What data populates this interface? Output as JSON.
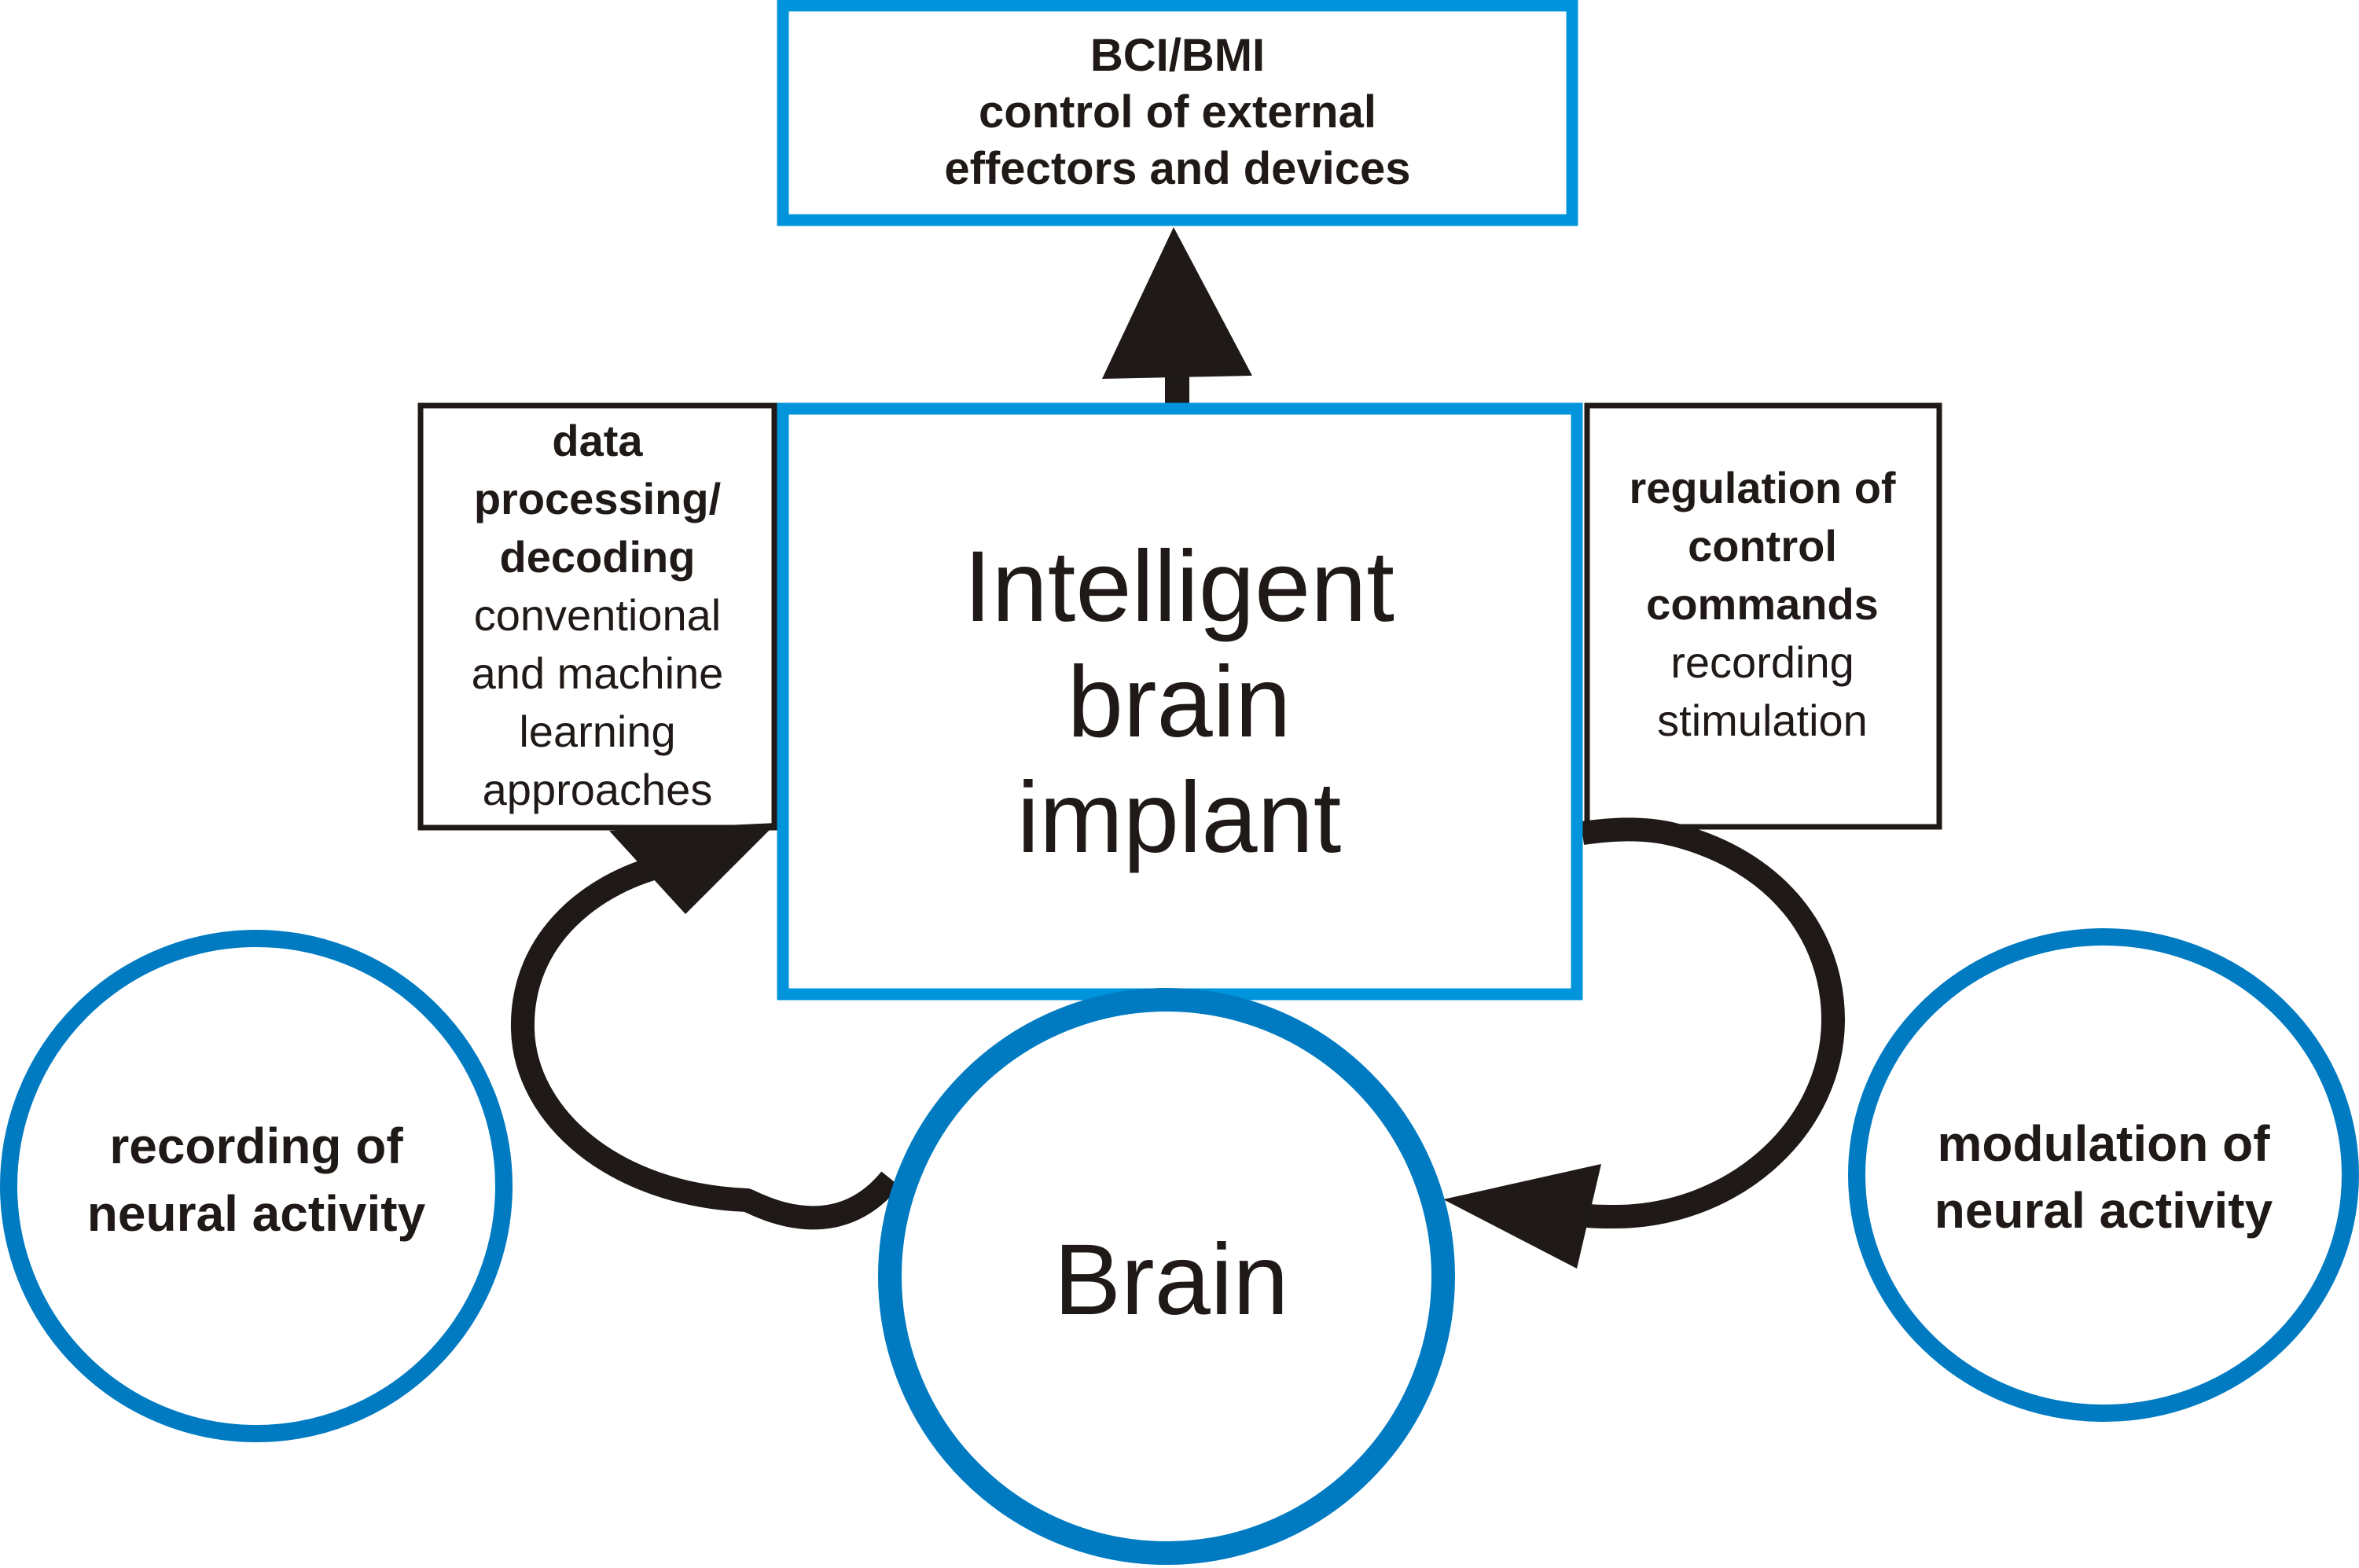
{
  "colors": {
    "box_blue": "#0094dc",
    "circle_blue": "#007bc2",
    "ink": "#1f1a17",
    "background": "#ffffff"
  },
  "top_box": {
    "lines": [
      "BCI/BMI",
      "control of external",
      "effectors and devices"
    ]
  },
  "left_box": {
    "bold_lines": [
      "data",
      "processing/",
      "decoding"
    ],
    "lines": [
      "conventional",
      "and machine",
      "learning",
      "approaches"
    ]
  },
  "center_box": {
    "lines": [
      "Intelligent",
      "brain",
      "implant"
    ]
  },
  "right_box": {
    "bold_lines": [
      "regulation of",
      "control",
      "commands"
    ],
    "lines": [
      "recording",
      "stimulation"
    ]
  },
  "left_circle": {
    "lines": [
      "recording of",
      "neural activity"
    ]
  },
  "right_circle": {
    "lines": [
      "modulation of",
      "neural activity"
    ]
  },
  "brain": {
    "label": "Brain"
  },
  "arrows": [
    {
      "from": "center_box",
      "to": "top_box",
      "label": ""
    },
    {
      "from": "brain",
      "to": "center_box",
      "via": "left loop",
      "label": ""
    },
    {
      "from": "center_box",
      "to": "brain",
      "via": "right loop",
      "label": ""
    }
  ]
}
